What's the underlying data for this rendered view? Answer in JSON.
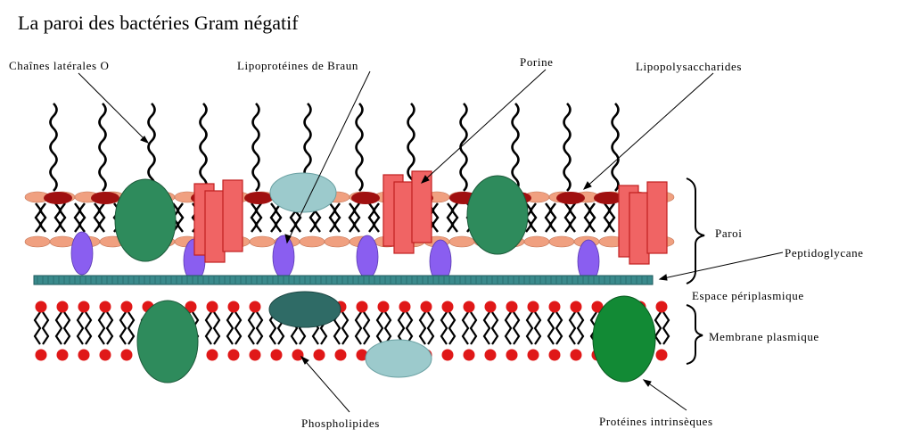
{
  "title": "La paroi des bactéries Gram négatif",
  "labels": {
    "o_chains": "Chaînes latérales O",
    "braun": "Lipoprotéines de Braun",
    "porine": "Porine",
    "lps": "Lipopolysaccharides",
    "paroi": "Paroi",
    "peptidoglycane": "Peptidoglycane",
    "periplasm": "Espace périplasmique",
    "membrane": "Membrane plasmique",
    "phospholipides": "Phospholipides",
    "proteines": "Protéines intrinsèques"
  },
  "colors": {
    "lps_head": "#a01010",
    "outer_head": "#f0a080",
    "porin": "#f06464",
    "porin_stroke": "#c02020",
    "braun": "#8a5ef0",
    "outer_protein": "#2e8b5c",
    "pale_protein": "#9ccacc",
    "dark_protein": "#2f6b66",
    "peptidoglycan": "#3a8a8c",
    "phospholipid_head": "#e01818",
    "intrinsic_protein": "#128a35",
    "tail": "#000000"
  }
}
